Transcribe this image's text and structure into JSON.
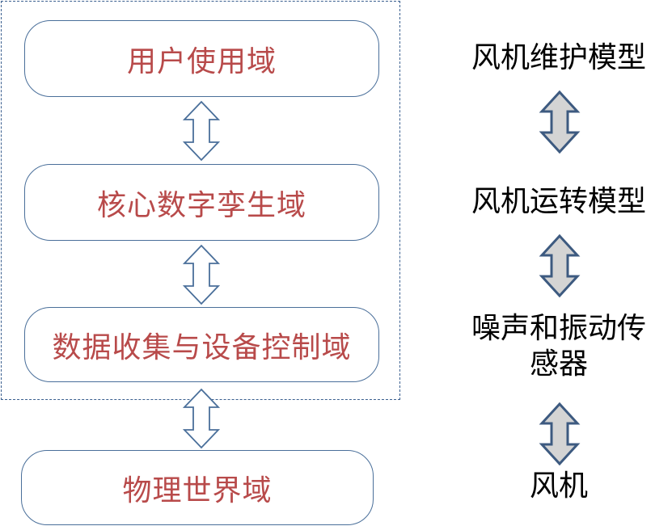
{
  "left_column": {
    "user_domain": "用户使用域",
    "core_twin_domain": "核心数字孪生域",
    "data_control_domain": "数据收集与设备控制域",
    "physical_world_domain": "物理世界域"
  },
  "right_column": {
    "maintenance_model": "风机维护模型",
    "operation_model": "风机运转模型",
    "sensors": "噪声和振动传感器",
    "wind_turbine": "风机"
  },
  "colors": {
    "left_text": "#b84a4a",
    "box_border": "#4a6f9a",
    "dashed_border": "#3a5f8f",
    "right_arrow_fill": "#d4d4d4",
    "right_arrow_stroke": "#3d5a80"
  }
}
